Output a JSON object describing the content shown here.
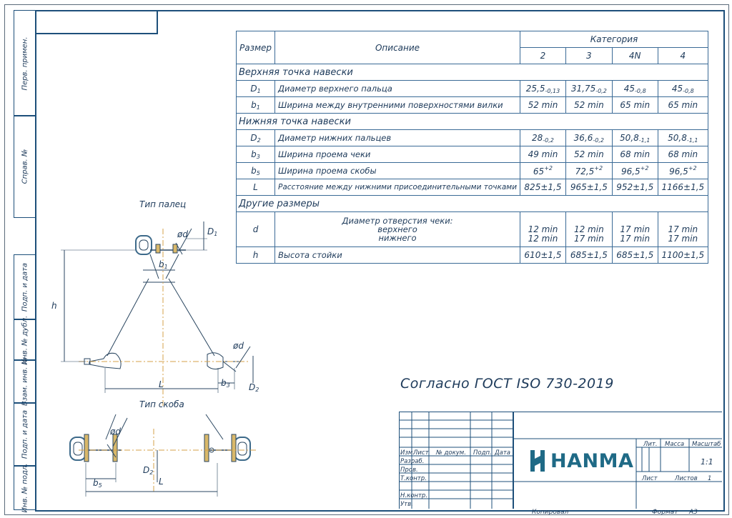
{
  "table": {
    "header_size": "Размер",
    "header_desc": "Описание",
    "header_cat": "Категория",
    "cats": [
      "2",
      "3",
      "4N",
      "4"
    ],
    "section_upper": "Верхняя точка навески",
    "section_lower": "Нижняя точка навески",
    "section_other": "Другие размеры",
    "rows": {
      "d1": {
        "sym": "D",
        "sub": "1",
        "desc": "Диаметр верхнего пальца",
        "v": [
          {
            "m": "25,5",
            "t": "-0,13"
          },
          {
            "m": "31,75",
            "t": "-0,2"
          },
          {
            "m": "45",
            "t": "-0,8"
          },
          {
            "m": "45",
            "t": "-0,8"
          }
        ]
      },
      "b1": {
        "sym": "b",
        "sub": "1",
        "desc": "Ширина между внутренними поверхностями вилки",
        "v": [
          "52 min",
          "52 min",
          "65 min",
          "65 min"
        ]
      },
      "d2": {
        "sym": "D",
        "sub": "2",
        "desc": "Диаметр нижних пальцев",
        "v": [
          {
            "m": "28",
            "t": "-0,2"
          },
          {
            "m": "36,6",
            "t": "-0,2"
          },
          {
            "m": "50,8",
            "t": "-1,1"
          },
          {
            "m": "50,8",
            "t": "-1,1"
          }
        ]
      },
      "b3": {
        "sym": "b",
        "sub": "3",
        "desc": "Ширина проема чеки",
        "v": [
          "49 min",
          "52 min",
          "68 min",
          "68 min"
        ]
      },
      "b5": {
        "sym": "b",
        "sub": "5",
        "desc": "Ширина проема скобы",
        "v": [
          {
            "m": "65",
            "t": "+2"
          },
          {
            "m": "72,5",
            "t": "+2"
          },
          {
            "m": "96,5",
            "t": "+2"
          },
          {
            "m": "96,5",
            "t": "+2"
          }
        ]
      },
      "L": {
        "sym": "L",
        "desc": "Расстояние между нижними присоединительными точками",
        "v": [
          "825±1,5",
          "965±1,5",
          "952±1,5",
          "1166±1,5"
        ]
      },
      "d": {
        "sym": "d",
        "desc": "Диаметр отверстия чеки:",
        "desc2": "верхнего",
        "desc3": "нижнего",
        "v": [
          [
            "12 min",
            "12 min"
          ],
          [
            "12 min",
            "17 min"
          ],
          [
            "17 min",
            "17 min"
          ],
          [
            "17 min",
            "17 min"
          ]
        ]
      },
      "h": {
        "sym": "h",
        "desc": "Высота стойки",
        "v": [
          "610±1,5",
          "685±1,5",
          "685±1,5",
          "1100±1,5"
        ]
      }
    }
  },
  "side_labels": [
    "Перв. примен.",
    "Справ. №",
    "Подп. и дата",
    "Инв. № дубл.",
    "Взам. инв. №",
    "Подп. и дата",
    "Инв. № подл."
  ],
  "drawing": {
    "type_pin": "Тип палец",
    "type_bracket": "Тип скоба",
    "labels": {
      "h": "h",
      "L": "L",
      "b1": "b",
      "b1s": "1",
      "b3": "b",
      "b3s": "3",
      "b5": "b",
      "b5s": "5",
      "D1": "D",
      "D1s": "1",
      "D2": "D",
      "D2s": "2",
      "phid": "ød"
    }
  },
  "gost_text": "Согласно ГОСТ ISO 730-2019",
  "stamp": {
    "izm": "Изм.",
    "list": "Лист",
    "ndoc": "№ докум.",
    "podp": "Подп.",
    "data": "Дата",
    "razrab": "Разраб.",
    "prov": "Пров.",
    "tkontr": "Т.контр.",
    "nkontr": "Н.контр.",
    "utv": "Утв.",
    "lit": "Лит.",
    "massa": "Масса",
    "masshtab": "Масштаб",
    "scale": "1:1",
    "list2": "Лист",
    "listov": "Листов",
    "listov_val": "1",
    "kopiroval": "Копировал",
    "format": "Формат",
    "format_val": "А3"
  },
  "logo": {
    "text": "HANMA",
    "color": "#1f6a86"
  }
}
